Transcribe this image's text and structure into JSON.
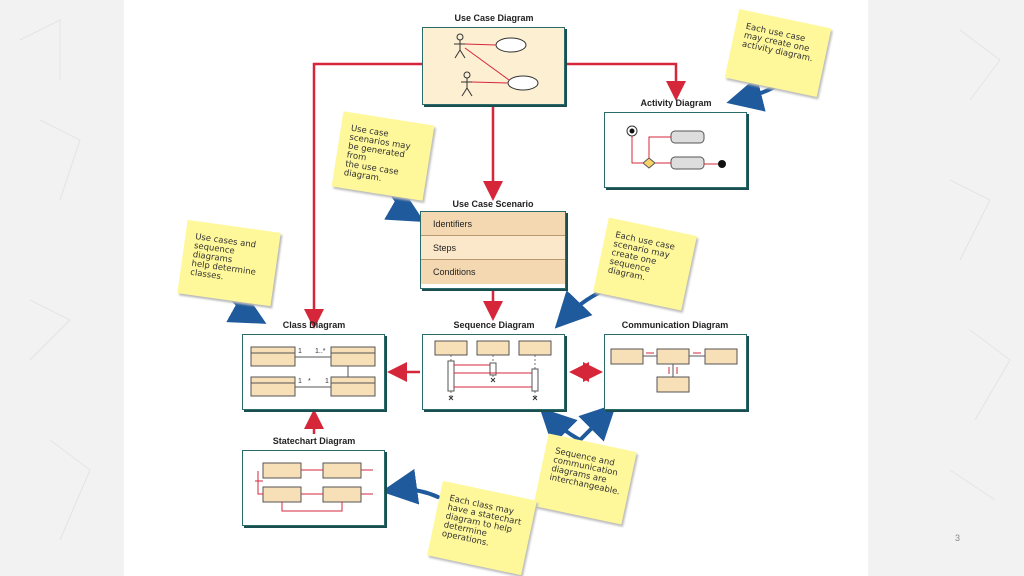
{
  "diagram": {
    "titles": {
      "use_case": "Use Case Diagram",
      "activity": "Activity Diagram",
      "use_case_scenario": "Use Case Scenario",
      "class": "Class Diagram",
      "sequence": "Sequence Diagram",
      "communication": "Communication Diagram",
      "statechart": "Statechart Diagram"
    },
    "scenario_rows": [
      "Identifiers",
      "Steps",
      "Conditions"
    ],
    "multiplicities": {
      "top_left": "1",
      "top_right": "1..*",
      "bottom_left": "1",
      "bottom_mid": "*",
      "bottom_right": "1"
    },
    "notes": {
      "activity_note": "Each use case\nmay create one\nactivity diagram.",
      "scenario_note": "Use case\nscenarios may\nbe generated from\nthe use case\ndiagram.",
      "class_note": "Use cases and\nsequence\ndiagrams\nhelp determine\nclasses.",
      "sequence_note": "Each use case\nscenario may\ncreate one\nsequence\ndiagram.",
      "interchange_note": "Sequence and\ncommunication\ndiagrams are\ninterchangeable.",
      "statechart_note": "Each class may\nhave a statechart\ndiagram to help\ndetermine\noperations."
    }
  },
  "page_number": "3",
  "colors": {
    "arrow_red": "#d6273a",
    "arrow_blue": "#1f5a9c",
    "border_teal": "#2a6b6b",
    "note_yellow": "#fff89a",
    "cream": "#fdefd2"
  }
}
